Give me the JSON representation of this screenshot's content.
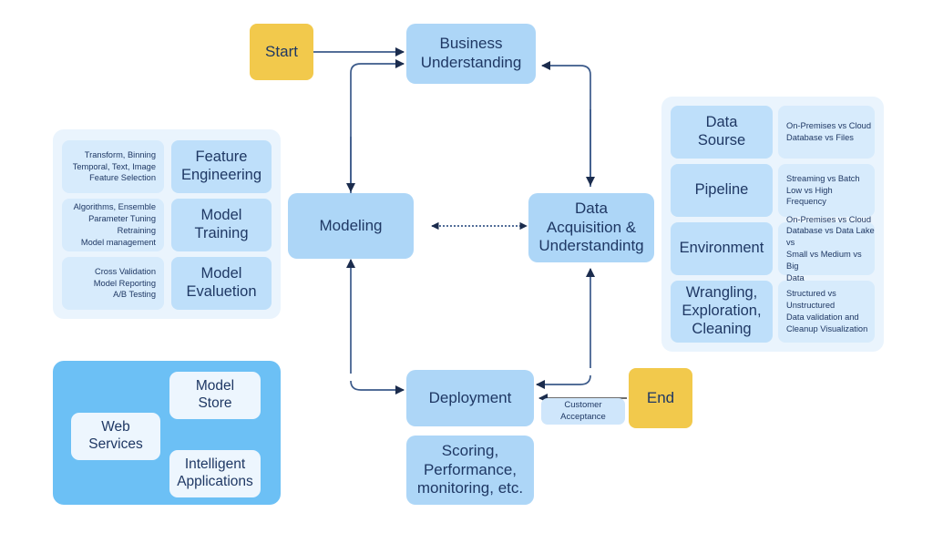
{
  "diagram": {
    "title": "Data Science Lifecycle",
    "colors": {
      "accent_blue": "#ADD6F7",
      "accent_yellow": "#F2C94C",
      "panel_background": "#EAF4FD",
      "deep_blue_panel": "#6CC0F5",
      "title_cell": "#BEDFFA",
      "desc_cell": "#D7EBFC",
      "text_navy": "#1F3864",
      "connector": "#3B5A8A"
    }
  },
  "flow": {
    "start": "Start",
    "end": "End",
    "business_understanding": "Business\nUnderstanding",
    "modeling": "Modeling",
    "data_acquisition": "Data\nAcquisition &\nUnderstandintg",
    "deployment": "Deployment",
    "scoring_note": "Scoring,\nPerformance,\nmonitoring, etc.",
    "customer_acceptance": "Customer\nAcceptance"
  },
  "modeling_panel": {
    "rows": [
      {
        "title": "Feature\nEngineering",
        "description": "Transform, Binning\nTemporal, Text, Image\nFeature Selection"
      },
      {
        "title": "Model\nTraining",
        "description": "Algorithms, Ensemble\nParameter Tuning\nRetraining\nModel management"
      },
      {
        "title": "Model\nEvaluetion",
        "description": "Cross Validation\nModel Reporting\nA/B Testing"
      }
    ]
  },
  "data_panel": {
    "rows": [
      {
        "title": "Data\nSourse",
        "description": "On-Premises vs Cloud\nDatabase vs Files"
      },
      {
        "title": "Pipeline",
        "description": "Streaming vs Batch\nLow vs High Frequency"
      },
      {
        "title": "Environment",
        "description": "On-Premises vs Cloud\nDatabase vs Data Lake vs\nSmall vs Medium vs Big\nData"
      },
      {
        "title": "Wrangling,\nExploration,\nCleaning",
        "description": "Structured vs\nUnstructured\nData validation and\nCleanup Visualization"
      }
    ]
  },
  "deployment_panel": {
    "model_store": "Model\nStore",
    "web_services": "Web\nServices",
    "intelligent_applications": "Intelligent\nApplications"
  }
}
